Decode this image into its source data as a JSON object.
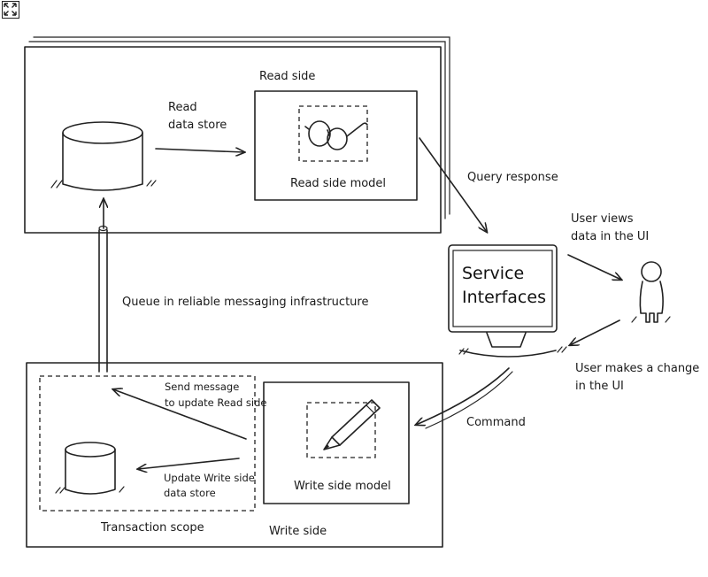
{
  "toolbar": {
    "expand_icon": "expand-arrows-icon"
  },
  "diagram": {
    "read_side_label": "Read side",
    "read_data_store_line1": "Read",
    "read_data_store_line2": "data store",
    "read_side_model_label": "Read side model",
    "query_response_label": "Query response",
    "service_line1": "Service",
    "service_line2": "Interfaces",
    "user_views_line1": "User views",
    "user_views_line2": "data in the UI",
    "user_change_line1": "User makes a change",
    "user_change_line2": "in the UI",
    "queue_label": "Queue in reliable messaging infrastructure",
    "send_message_line1": "Send message",
    "send_message_line2": "to update Read side",
    "update_write_line1": "Update Write side",
    "update_write_line2": "data store",
    "write_side_model_label": "Write side model",
    "command_label": "Command",
    "transaction_scope_label": "Transaction scope",
    "write_side_label": "Write side",
    "icons": [
      "glasses-icon",
      "pencil-icon",
      "user-figure-icon",
      "monitor-icon",
      "database-icon"
    ]
  }
}
